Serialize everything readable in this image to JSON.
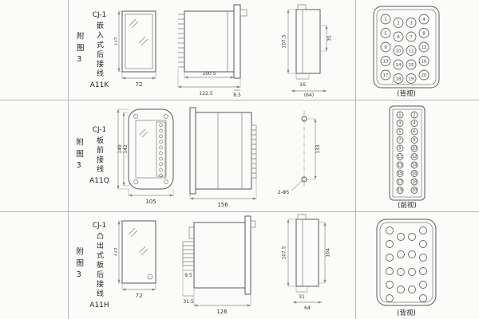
{
  "page": {
    "background": "#fbfbf9",
    "grid_line_color": "#b6b6b6",
    "ink_color": "#5a5a5a"
  },
  "rows": [
    {
      "fig": "附图3",
      "model": "CJ-1",
      "desc": "嵌入式后接线",
      "code": "A11K",
      "view_label": "(背视)",
      "dims": {
        "height": "115",
        "width": "72",
        "depth_behind": "100.5",
        "depth_total": "122.5",
        "front_thickness": "8.5",
        "cutout_height": "107.5",
        "side_small": "35",
        "lip": "16",
        "overall_width": "(64)"
      },
      "terminals": [
        "1",
        "2",
        "3",
        "4",
        "5",
        "6",
        "7",
        "8",
        "9",
        "10",
        "11",
        "12",
        "13",
        "14",
        "15",
        "16",
        "17",
        "18",
        "19",
        "20"
      ]
    },
    {
      "fig": "附图3",
      "model": "CJ-1",
      "desc": "板前接线",
      "code": "A11Q",
      "view_label": "(前视)",
      "dims": {
        "plate_height": "149",
        "window_height": "142",
        "plate_width": "105",
        "depth_total": "156",
        "hole_spacing": "133",
        "holes": "2-Φ5"
      },
      "terminals": [
        "1",
        "2",
        "3",
        "4",
        "5",
        "6",
        "7",
        "8",
        "9",
        "10",
        "11",
        "12",
        "13",
        "14",
        "15",
        "16",
        "17",
        "18",
        "19",
        "20"
      ]
    },
    {
      "fig": "附图3",
      "model": "CJ-1",
      "desc": "凸出式板后接线",
      "code": "A11H",
      "view_label": "(背视)",
      "dims": {
        "height": "115",
        "width": "72",
        "pin_pitch": "9.5",
        "pin_length": "31.5",
        "depth_total": "126",
        "cutout_height": "107.5",
        "side_height": "104",
        "lip": "31",
        "overall_width": "64"
      }
    }
  ]
}
